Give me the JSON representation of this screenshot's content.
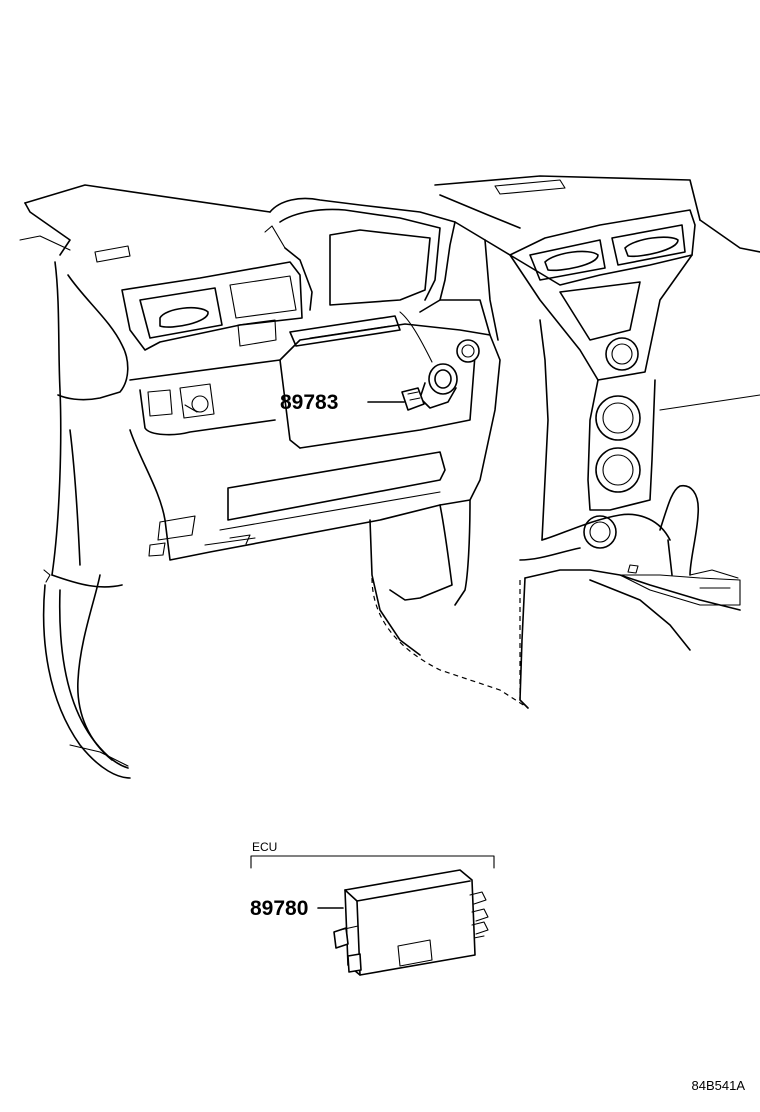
{
  "callouts": {
    "part_upper": "89783",
    "part_lower": "89780"
  },
  "ecu_group": {
    "label": "ECU"
  },
  "illustration_code": "84B541A"
}
